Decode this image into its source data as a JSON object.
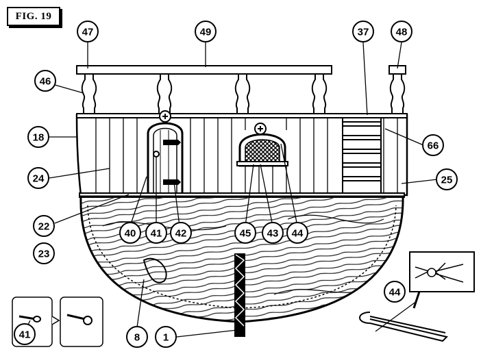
{
  "figure": {
    "label": "FIG. 19"
  },
  "callouts": [
    {
      "id": "c47",
      "text": "47"
    },
    {
      "id": "c49",
      "text": "49"
    },
    {
      "id": "c37",
      "text": "37"
    },
    {
      "id": "c48",
      "text": "48"
    },
    {
      "id": "c46",
      "text": "46"
    },
    {
      "id": "c18",
      "text": "18"
    },
    {
      "id": "c66",
      "text": "66"
    },
    {
      "id": "c24",
      "text": "24"
    },
    {
      "id": "c25",
      "text": "25"
    },
    {
      "id": "c22",
      "text": "22"
    },
    {
      "id": "c23",
      "text": "23"
    },
    {
      "id": "c40",
      "text": "40"
    },
    {
      "id": "c41",
      "text": "41"
    },
    {
      "id": "c42",
      "text": "42"
    },
    {
      "id": "c45",
      "text": "45"
    },
    {
      "id": "c43",
      "text": "43"
    },
    {
      "id": "c44",
      "text": "44"
    },
    {
      "id": "c8",
      "text": "8"
    },
    {
      "id": "c1",
      "text": "1"
    },
    {
      "id": "c44b",
      "text": "44"
    },
    {
      "id": "c41b",
      "text": "41"
    }
  ],
  "colors": {
    "ink": "#000000",
    "paper": "#ffffff",
    "wood_grain": "#222222"
  }
}
